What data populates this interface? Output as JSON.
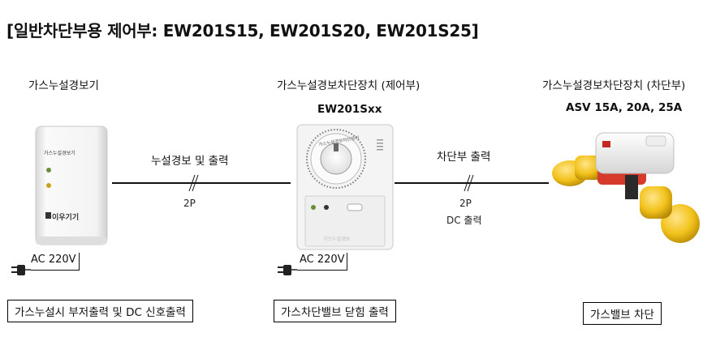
{
  "title": "[일반차단부용 제어부: EW201S15, EW201S20, EW201S25]",
  "devices": {
    "detector": {
      "label": "가스누설경보기",
      "device_text": "가스누설경보기",
      "brand": "이우기기"
    },
    "controller": {
      "label": "가스누설경보차단장치 (제어부)",
      "model": "EW201Sxx",
      "dial_text": "가스누설경보차단장치",
      "panel_text": "가스누설경보"
    },
    "actuator": {
      "label": "가스누설경보차단장치 (차단부)",
      "model": "ASV 15A, 20A, 25A"
    }
  },
  "links": {
    "left": {
      "top_label": "누설경보 및 출력",
      "bottom_label": "2P"
    },
    "right": {
      "top_label": "차단부 출력",
      "bottom_label_1": "2P",
      "bottom_label_2": "DC 출력"
    }
  },
  "power": {
    "left": "AC 220V",
    "mid": "AC 220V"
  },
  "functions": {
    "left": "가스누설시 부저출력 및 DC 신호출력",
    "mid": "가스차단밸브 닫힘 출력",
    "right": "가스밸브 차단"
  },
  "colors": {
    "valve_yellow": "#f2c21a",
    "valve_red": "#d63a2a",
    "device_white": "#f2f2f2"
  }
}
